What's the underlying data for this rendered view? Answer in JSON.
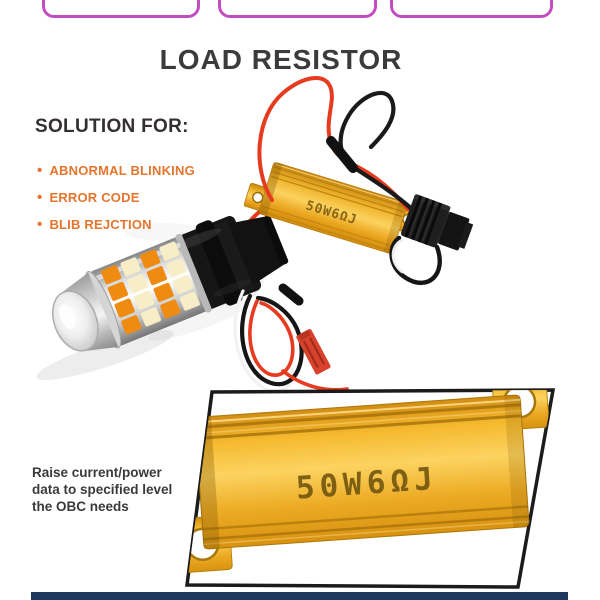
{
  "header": {
    "title": "LOAD RESISTOR"
  },
  "top_gallery": {
    "border_color": "#c04ec0",
    "thumbnails": [
      {
        "name": "thumbnail-left",
        "content": "metal-disc-photo"
      },
      {
        "name": "thumbnail-center",
        "content": "wire-bundle-photo"
      },
      {
        "name": "thumbnail-right",
        "content": "metal-disc-photo"
      }
    ]
  },
  "solution": {
    "heading": "SOLUTION FOR:",
    "bullet_char": "•",
    "items": [
      "ABNORMAL BLINKING",
      "ERROR CODE",
      "BLIB REJCTION"
    ],
    "text_color": "#e4752e"
  },
  "product_photo": {
    "resistor_marking": "50W6ΩJ",
    "depicted_parts": [
      "dual-color-led-bulb",
      "gold-load-resistor",
      "wiring-harness",
      "t20-connector"
    ]
  },
  "detail_inset": {
    "resistor_marking": "50W6ΩJ"
  },
  "caption": {
    "lines": [
      "Raise current/power",
      "data to specified level",
      "the OBC needs"
    ]
  },
  "footer": {
    "bar_color": "#1d3a5e"
  }
}
